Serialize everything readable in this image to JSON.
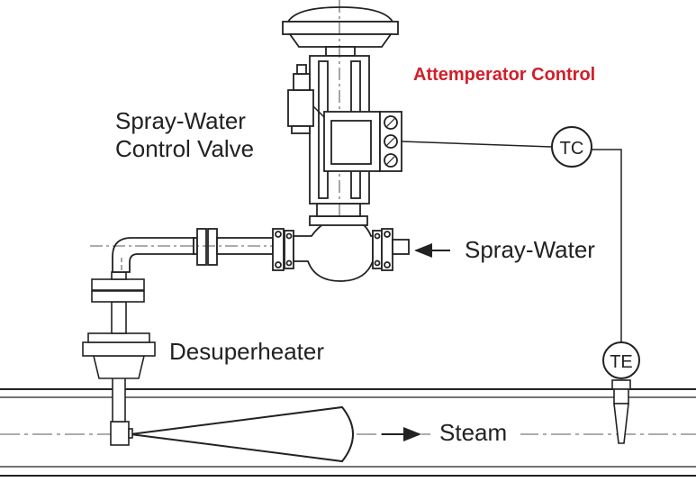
{
  "diagram": {
    "title": "Attemperator Control",
    "valve_label": [
      "Spray-Water",
      "Control Valve"
    ],
    "spray_water_label": "Spray-Water",
    "desuperheater_label": "Desuperheater",
    "steam_label": "Steam",
    "instruments": {
      "controller": "TC",
      "element": "TE"
    },
    "colors": {
      "title": "#d0202a",
      "line": "#222222",
      "background": "#ffffff"
    }
  }
}
